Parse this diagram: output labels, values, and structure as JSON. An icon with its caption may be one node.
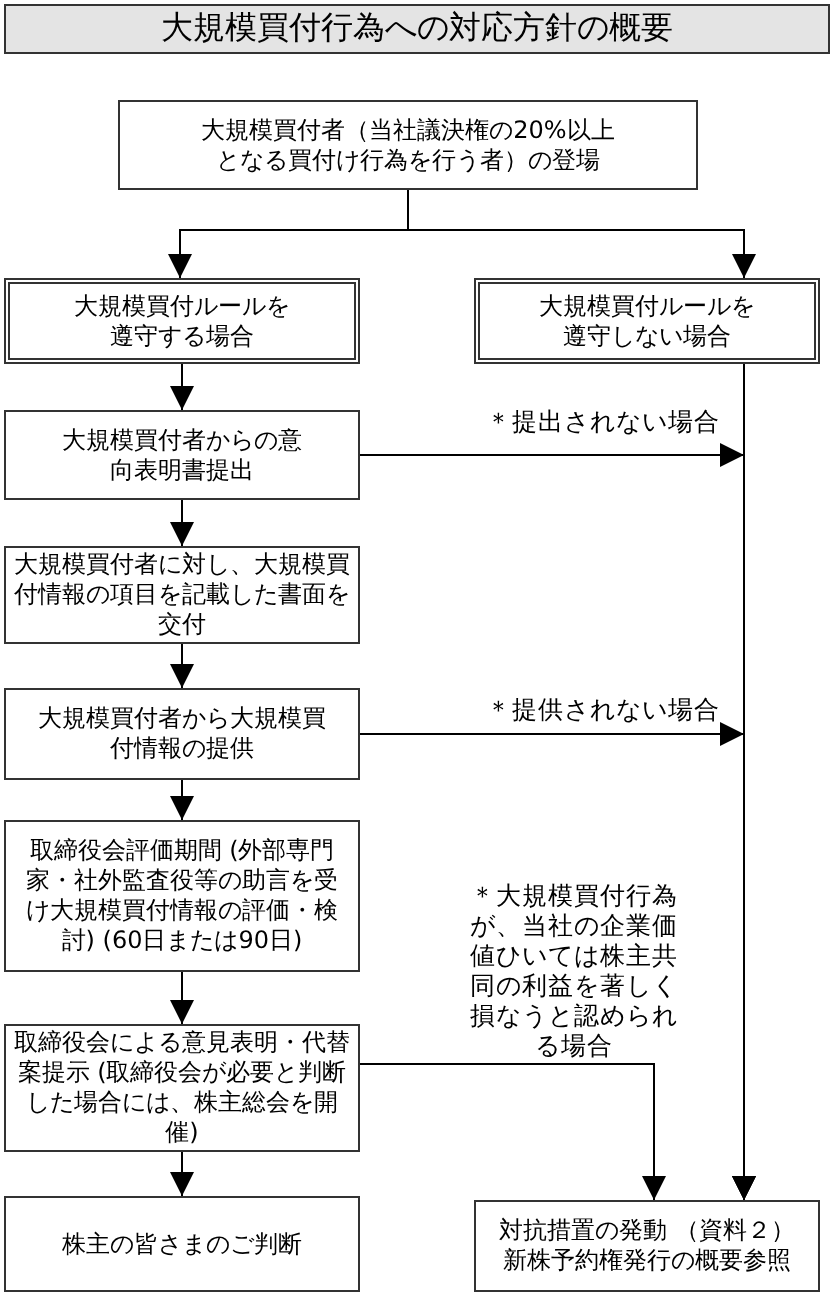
{
  "diagram": {
    "title": "大規模買付行為への対応方針の概要",
    "nodes": [
      {
        "text": [
          "大規模買付者（当社議決権の20%以上となる買付け行為を行う者）の登場"
        ]
      },
      {
        "text": [
          "大規模買付ルールを遵守する場合"
        ]
      },
      {
        "text": [
          "大規模買付ルールを遵守しない場合"
        ]
      },
      {
        "text": [
          "大規模買付者からの意向表明書提出"
        ]
      },
      {
        "text": [
          "大規模買付者に対し、大規模買付情報の項目を記載した書面を交付"
        ]
      },
      {
        "text": [
          "大規模買付者から大規模買付情報の提供"
        ]
      },
      {
        "text": [
          "取締役会評価期間 (外部専門家・社外監査役等の助言を受け大規模買付情報の評価・検討) (60日または90日)"
        ]
      },
      {
        "text": [
          "取締役会による意見表明・代替案提示 (取締役会が必要と判断した場合には、株主総会を開催)"
        ]
      },
      {
        "text": [
          "株主の皆さまのご判断"
        ]
      },
      {
        "text": [
          "対抗措置の発動 （資料２）新株予約権発行の概要参照"
        ]
      }
    ],
    "edges": [
      {
        "from": 0,
        "to": 1,
        "arrow": "to"
      },
      {
        "from": 0,
        "to": 2,
        "arrow": "to"
      },
      {
        "from": 1,
        "to": 3,
        "arrow": "to"
      },
      {
        "from": 3,
        "to": 4,
        "arrow": "to"
      },
      {
        "from": 4,
        "to": 5,
        "arrow": "to"
      },
      {
        "from": 5,
        "to": 6,
        "arrow": "to"
      },
      {
        "from": 6,
        "to": 7,
        "arrow": "to"
      },
      {
        "from": 7,
        "to": 8,
        "arrow": "to"
      },
      {
        "from": 2,
        "to": 9,
        "arrow": "to"
      },
      {
        "from": 3,
        "to": 9,
        "arrow": "to",
        "label": "＊提出されない場合"
      },
      {
        "from": 5,
        "to": 9,
        "arrow": "to",
        "label": "＊提供されない場合"
      },
      {
        "from": 7,
        "to": 9,
        "arrow": "to",
        "label": "＊大規模買付行為が、当社の企業価値ひいては株主共同の利益を著しく損なうと認められる場合"
      }
    ]
  }
}
